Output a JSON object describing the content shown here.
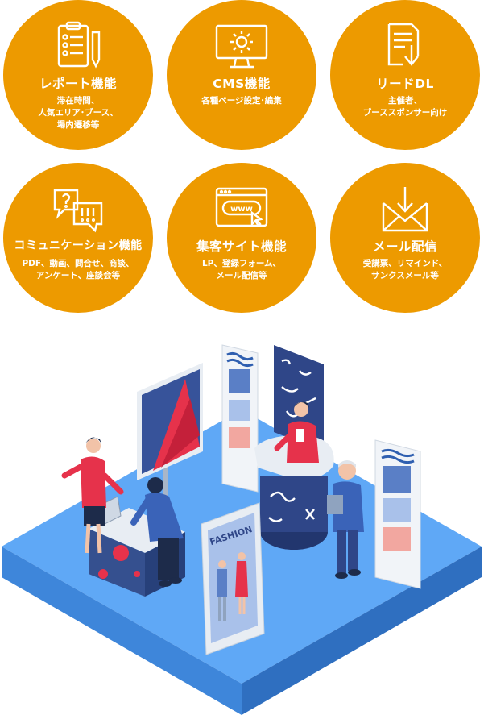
{
  "colors": {
    "accent": "#ED9A00",
    "floor": "#5FA8F6",
    "floor_side": "#3E86DA",
    "booth_blue": "#36538F",
    "booth_red": "#E6324B"
  },
  "features": [
    {
      "icon": "clipboard-icon",
      "title": "レポート機能",
      "desc": "滞在時間、\n人気エリア･ブース、\n場内遷移等"
    },
    {
      "icon": "monitor-gear-icon",
      "title": "CMS機能",
      "desc": "各種ページ設定･編集"
    },
    {
      "icon": "document-download-icon",
      "title": "リードDL",
      "desc": "主催者、\nブーススポンサー向け"
    },
    {
      "icon": "chat-bubbles-icon",
      "title": "コミュニケーション機能",
      "desc": "PDF、動画、問合せ、商談、\nアンケート、座談会等"
    },
    {
      "icon": "browser-www-icon",
      "title": "集客サイト機能",
      "desc": "LP、登録フォーム、\nメール配信等"
    },
    {
      "icon": "mail-download-icon",
      "title": "メール配信",
      "desc": "受講票、リマインド、\nサンクスメール等"
    }
  ],
  "scene": {
    "poster_text": "FASHION"
  }
}
